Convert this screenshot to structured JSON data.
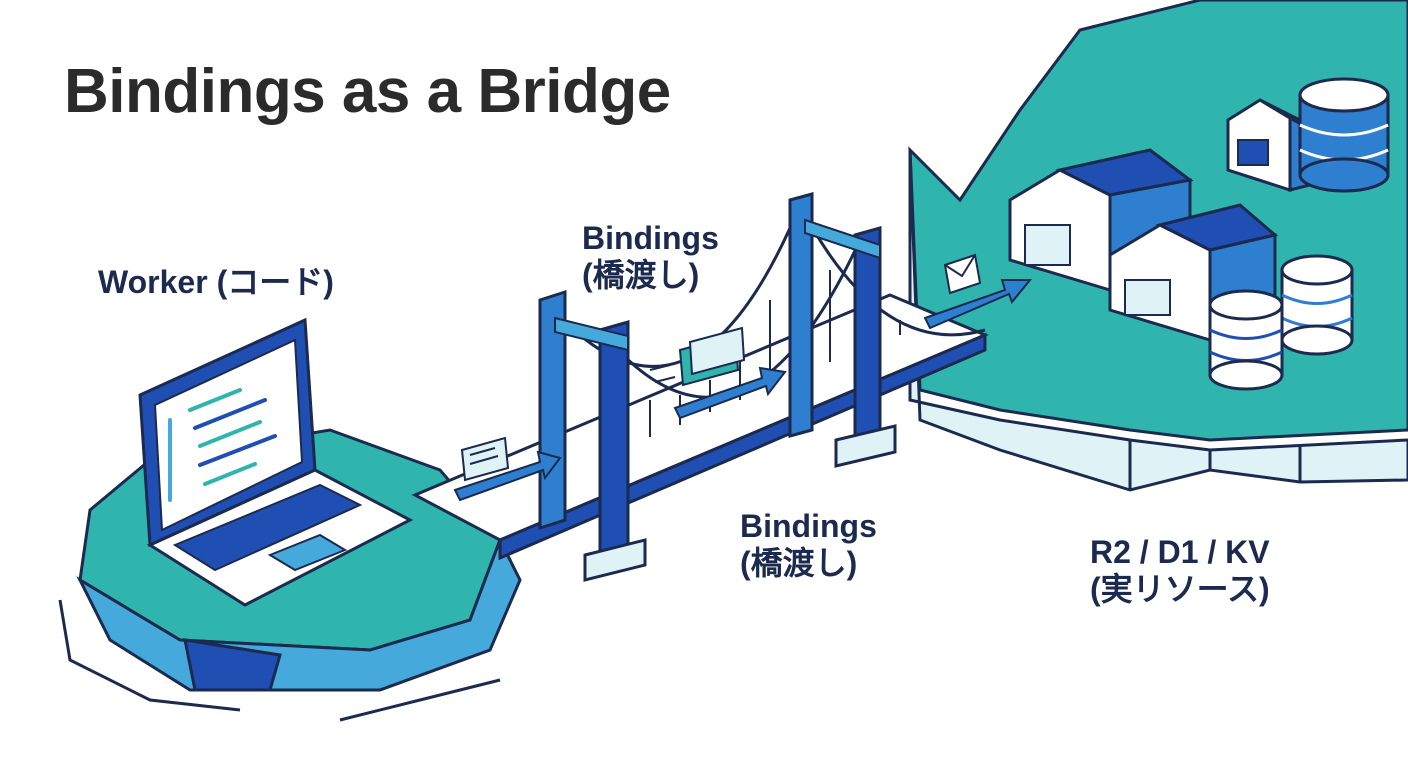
{
  "title": "Bindings as a Bridge",
  "labels": {
    "worker": "Worker (コード)",
    "bindings_top": {
      "line1": "Bindings",
      "line2": "(橋渡し)"
    },
    "bindings_bottom": {
      "line1": "Bindings",
      "line2": "(橋渡し)"
    },
    "resources": {
      "line1": "R2 / D1 / KV",
      "line2": "(実リソース)"
    }
  },
  "colors": {
    "teal": "#2fb4ae",
    "blue_dark": "#1f4fb3",
    "blue_mid": "#2f7fd0",
    "blue_light": "#46a9dc",
    "ice": "#dff3f7",
    "outline": "#1b2a4e"
  },
  "icons": [
    "laptop-icon",
    "envelope-icon",
    "data-packet-icon",
    "warehouse-icon",
    "database-icon",
    "flow-arrow-icon"
  ]
}
